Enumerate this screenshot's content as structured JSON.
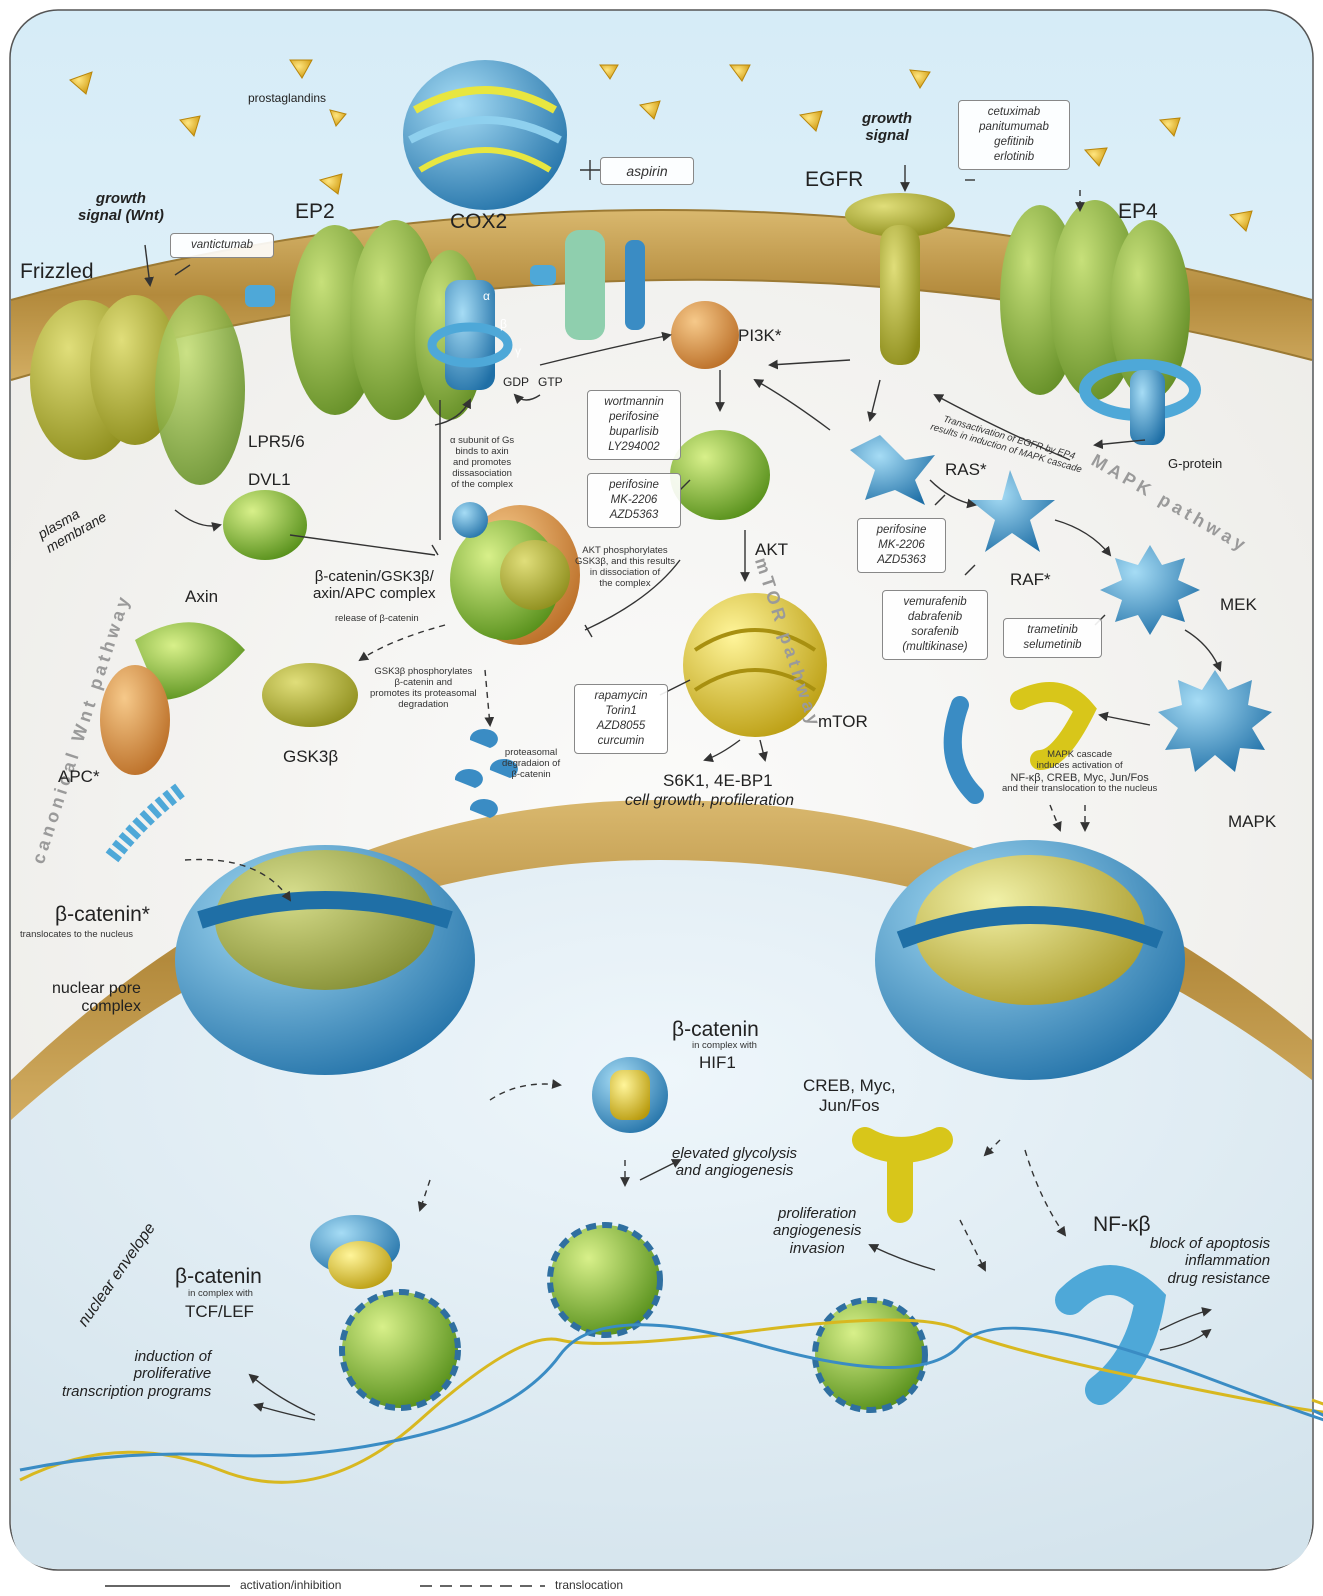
{
  "labels": {
    "prostaglandins": "prostaglandins",
    "cox2": "COX2",
    "aspirin": "aspirin",
    "growth_signal_wnt": [
      "growth",
      "signal (Wnt)"
    ],
    "growth_signal": [
      "growth",
      "signal"
    ],
    "ep2": "EP2",
    "ep4": "EP4",
    "egfr": "EGFR",
    "frizzled": "Frizzled",
    "vantictumab": "vantictumab",
    "egfr_drugs": [
      "cetuximab",
      "panitumumab",
      "gefitinib",
      "erlotinib"
    ],
    "alpha": "α",
    "beta": "β",
    "gamma": "γ",
    "gdp": "GDP",
    "gtp": "GTP",
    "pi3k": "PI3K*",
    "lpr": "LPR5/6",
    "dvl1": "DVL1",
    "alpha_subunit_note": [
      "α subunit of Gs",
      "binds to axin",
      "and promotes",
      "dissasociation",
      "of the complex"
    ],
    "pi3k_drugs": [
      "wortmannin",
      "perifosine",
      "buparlisib",
      "LY294002"
    ],
    "akt_drugs": [
      "perifosine",
      "MK-2206",
      "AZD5363"
    ],
    "akt": "AKT",
    "mtor_pathway": "mTOR pathway",
    "akt_note": [
      "AKT phosphorylates",
      "GSK3β, and this results",
      "in dissociation of",
      "the complex"
    ],
    "transactivation_note": [
      "Transactivation of EGFR by EP4",
      "results in induction of MAPK cascade"
    ],
    "g_protein": "G-protein",
    "mapk_pathway": "MAPK pathway",
    "ras": "RAS*",
    "raf": "RAF*",
    "mek": "MEK",
    "mapk": "MAPK",
    "ras_drugs": [
      "perifosine",
      "MK-2206",
      "AZD5363"
    ],
    "raf_drugs": [
      "vemurafenib",
      "dabrafenib",
      "sorafenib",
      "(multikinase)"
    ],
    "mek_drugs": [
      "trametinib",
      "selumetinib"
    ],
    "plasma_membrane": [
      "plasma",
      "membrane"
    ],
    "complex": [
      "β-catenin/GSK3β/",
      "axin/APC complex"
    ],
    "axin": "Axin",
    "release": "release of β-catenin",
    "wnt_pathway": "canonical Wnt pathway",
    "gsk_note": [
      "GSK3β phosphorylates",
      "β-catenin and",
      "promotes its proteasomal",
      "degradation"
    ],
    "proteasomal": [
      "proteasomal",
      "degradaion of",
      "β-catenin"
    ],
    "apc": "APC*",
    "gsk3b": "GSK3β",
    "mtor": "mTOR",
    "mtor_drugs": [
      "rapamycin",
      "Torin1",
      "AZD8055",
      "curcumin"
    ],
    "s6k1": "S6K1, 4E-BP1",
    "cell_growth": "cell growth, profileration",
    "mapk_note": [
      "MAPK cascade",
      "induces activation of",
      "NF-κβ, CREB, Myc, Jun/Fos",
      "and their translocation to the nucleus"
    ],
    "bcat_star": "β-catenin*",
    "translocates": "translocates to the nucleus",
    "npc": [
      "nuclear pore",
      "complex"
    ],
    "bcat_hif": "β-catenin",
    "in_complex_with": "in complex with",
    "hif1": "HIF1",
    "glycolysis": [
      "elevated glycolysis",
      "and angiogenesis"
    ],
    "creb": [
      "CREB, Myc,",
      "Jun/Fos"
    ],
    "prolif": [
      "proliferation",
      "angiogenesis",
      "invasion"
    ],
    "nfkb": "NF-κβ",
    "apoptosis": [
      "block of apoptosis",
      "inflammation",
      "drug resistance"
    ],
    "nuclear_envelope": "nuclear envelope",
    "bcat_tcf": "β-catenin",
    "tcf": "TCF/LEF",
    "induction": [
      "induction of",
      "proliferative",
      "transcription programs"
    ]
  },
  "legend": {
    "solid": "activation/inhibition",
    "dashed": "translocation"
  },
  "colors": {
    "membrane": "#c8a35a",
    "receptor_green": "#7fa83a",
    "olive": "#a8a628",
    "blue": "#3a8cc4",
    "yellow": "#e6c51c",
    "lime": "#8fc02c",
    "orange": "#d98c3a"
  }
}
